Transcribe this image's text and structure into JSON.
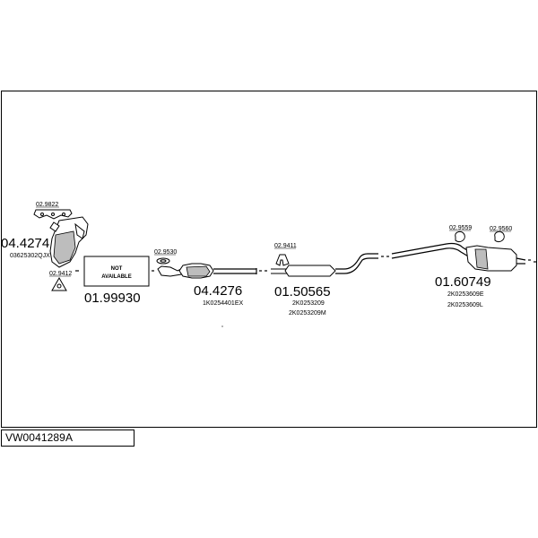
{
  "diagram_code": "VW0041289A",
  "not_available_box": {
    "line1": "NOT",
    "line2": "AVAILABLE"
  },
  "parts": {
    "manifold_number": "04.4274",
    "manifold_oem": "03625302QJX",
    "manifold_gasket": "02.9822",
    "manifold_mount": "02.9412",
    "missing_part_number": "01.99930",
    "front_flange": "02.9530",
    "catalyst_number": "04.4276",
    "catalyst_oem": "1K0254401EX",
    "hanger_mid": "02.9411",
    "middle_silencer_number": "01.50565",
    "middle_silencer_oem1": "2K0253209",
    "middle_silencer_oem2": "2K0253209M",
    "hanger_rear1": "02.9559",
    "hanger_rear2": "02.9560",
    "rear_silencer_number": "01.60749",
    "rear_silencer_oem1": "2K0253609E",
    "rear_silencer_oem2": "2K0253609L"
  }
}
